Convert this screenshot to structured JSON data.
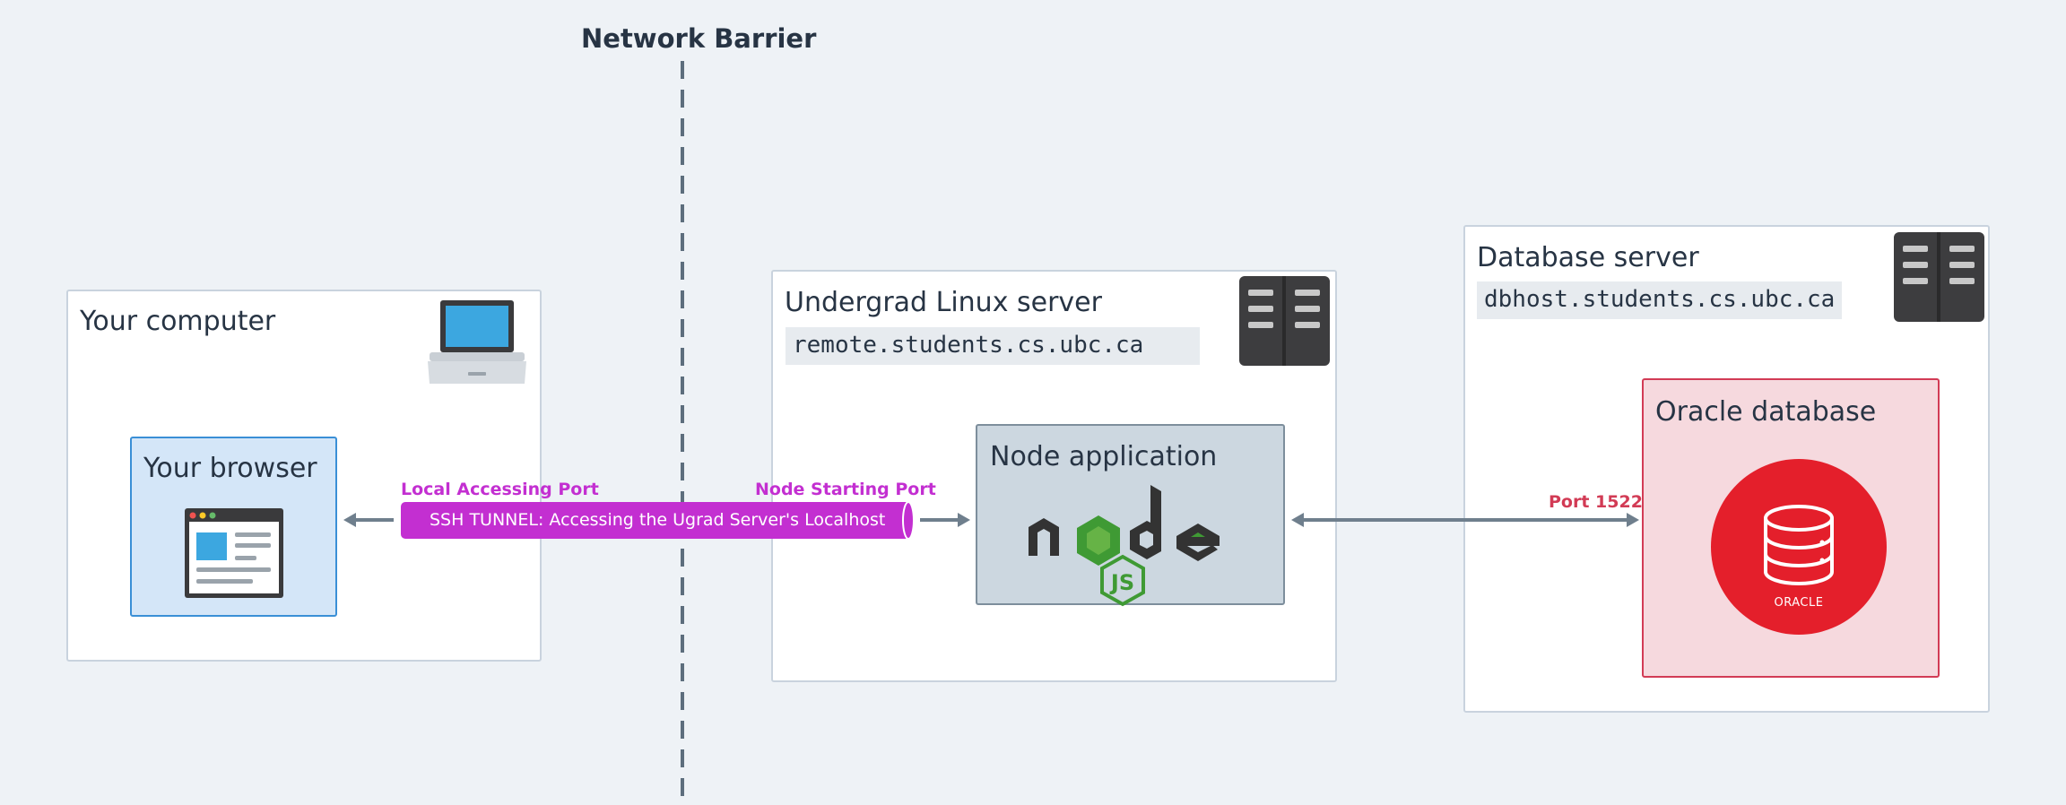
{
  "barrier": {
    "title": "Network Barrier"
  },
  "computer": {
    "title": "Your computer",
    "icon": "laptop-icon"
  },
  "browser": {
    "title": "Your browser",
    "icon": "browser-window-icon"
  },
  "tunnel": {
    "label": "SSH TUNNEL: Accessing the Ugrad Server's Localhost",
    "local_port_label": "Local Accessing Port",
    "node_port_label": "Node Starting Port",
    "color": "#c32fd1"
  },
  "linux_server": {
    "title": "Undergrad Linux server",
    "host": "remote.students.cs.ubc.ca",
    "icon": "server-rack-icon"
  },
  "node_app": {
    "title": "Node application",
    "logo": "node-js-logo"
  },
  "db_server": {
    "title": "Database server",
    "host": "dbhost.students.cs.ubc.ca",
    "icon": "server-rack-icon"
  },
  "oracle": {
    "title": "Oracle database",
    "port_label": "Port 1522",
    "logo_text": "ORACLE",
    "color": "#e41f2b"
  },
  "colors": {
    "background": "#eef2f6",
    "arrow": "#6f7f8d",
    "browser_accent": "#3a8fd6"
  }
}
